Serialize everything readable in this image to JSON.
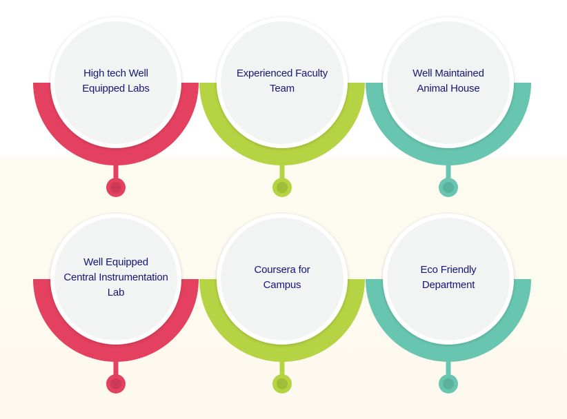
{
  "colors": {
    "red": "#e4405f",
    "green": "#b5d342",
    "teal": "#68c6b0",
    "text": "#151577"
  },
  "items": [
    {
      "lines": [
        "High tech Well",
        "Equipped  Labs"
      ],
      "color": "red"
    },
    {
      "lines": [
        "Experienced Faculty",
        "Team"
      ],
      "color": "green"
    },
    {
      "lines": [
        "Well Maintained",
        "Animal House"
      ],
      "color": "teal"
    },
    {
      "lines": [
        "Well Equipped",
        "Central Instrumentation",
        "Lab"
      ],
      "color": "red"
    },
    {
      "lines": [
        "Coursera for",
        "Campus"
      ],
      "color": "green"
    },
    {
      "lines": [
        "Eco Friendly",
        "Department"
      ],
      "color": "teal"
    }
  ]
}
